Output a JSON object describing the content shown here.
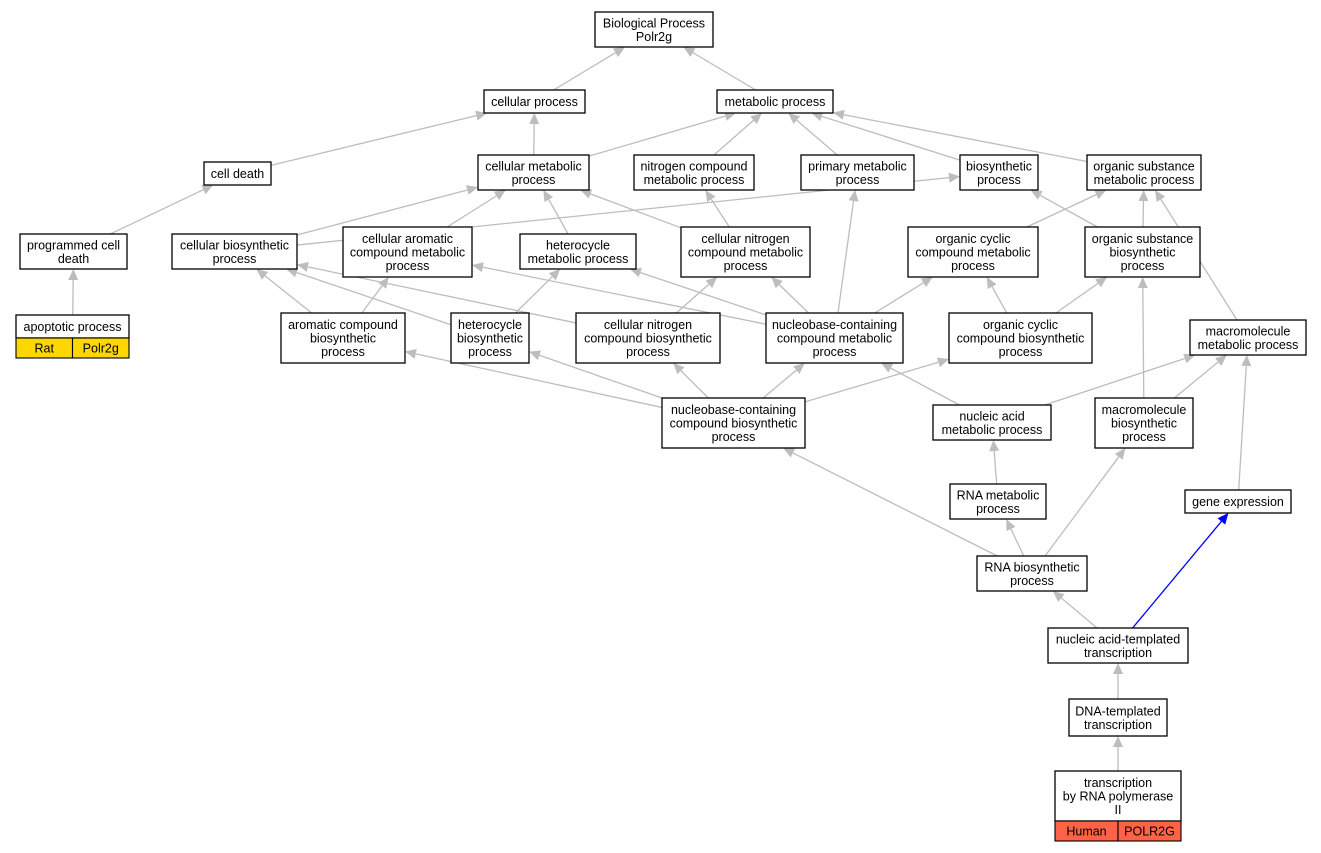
{
  "colors": {
    "edge": "#bdbdbd",
    "edge_highlight": "#0000ff",
    "rat_annotation": "#ffd700",
    "human_annotation": "#ff6347",
    "node_border": "#000000",
    "node_fill": "#ffffff"
  },
  "nodes": {
    "bp_root": [
      "Biological Process",
      "Polr2g"
    ],
    "cellular_process": [
      "cellular process"
    ],
    "metabolic_process": [
      "metabolic process"
    ],
    "cell_death": [
      "cell death"
    ],
    "cellular_metabolic": [
      "cellular metabolic",
      "process"
    ],
    "nitrogen_compound_metabolic": [
      "nitrogen compound",
      "metabolic process"
    ],
    "primary_metabolic": [
      "primary metabolic",
      "process"
    ],
    "biosynthetic": [
      "biosynthetic",
      "process"
    ],
    "organic_substance_metabolic": [
      "organic substance",
      "metabolic process"
    ],
    "programmed_cell_death": [
      "programmed cell",
      "death"
    ],
    "cellular_biosynthetic": [
      "cellular biosynthetic",
      "process"
    ],
    "cellular_aromatic_metabolic": [
      "cellular aromatic",
      "compound metabolic",
      "process"
    ],
    "heterocycle_metabolic": [
      "heterocycle",
      "metabolic process"
    ],
    "cellular_nitrogen_metabolic": [
      "cellular nitrogen",
      "compound metabolic",
      "process"
    ],
    "organic_cyclic_metabolic": [
      "organic cyclic",
      "compound metabolic",
      "process"
    ],
    "organic_substance_biosynthetic": [
      "organic substance",
      "biosynthetic",
      "process"
    ],
    "apoptotic_process": [
      "apoptotic process"
    ],
    "aromatic_biosynthetic": [
      "aromatic compound",
      "biosynthetic",
      "process"
    ],
    "heterocycle_biosynthetic": [
      "heterocycle",
      "biosynthetic",
      "process"
    ],
    "cellular_nitrogen_biosynthetic": [
      "cellular nitrogen",
      "compound biosynthetic",
      "process"
    ],
    "nucleobase_metabolic": [
      "nucleobase-containing",
      "compound metabolic",
      "process"
    ],
    "organic_cyclic_biosynthetic": [
      "organic cyclic",
      "compound biosynthetic",
      "process"
    ],
    "macromolecule_metabolic": [
      "macromolecule",
      "metabolic process"
    ],
    "nucleobase_biosynthetic": [
      "nucleobase-containing",
      "compound biosynthetic",
      "process"
    ],
    "nucleic_acid_metabolic": [
      "nucleic acid",
      "metabolic process"
    ],
    "macromolecule_biosynthetic": [
      "macromolecule",
      "biosynthetic",
      "process"
    ],
    "rna_metabolic": [
      "RNA metabolic",
      "process"
    ],
    "gene_expression": [
      "gene expression"
    ],
    "rna_biosynthetic": [
      "RNA biosynthetic",
      "process"
    ],
    "nucleic_acid_templated_transcription": [
      "nucleic acid-templated",
      "transcription"
    ],
    "dna_templated_transcription": [
      "DNA-templated",
      "transcription"
    ],
    "transcription_pol2": [
      "transcription",
      "by RNA polymerase",
      "II"
    ]
  },
  "annotations": {
    "apoptotic_process": {
      "species": "Rat",
      "gene": "Polr2g"
    },
    "transcription_pol2": {
      "species": "Human",
      "gene": "POLR2G"
    }
  },
  "edges": [
    [
      "cellular_process",
      "bp_root",
      false
    ],
    [
      "metabolic_process",
      "bp_root",
      false
    ],
    [
      "cell_death",
      "cellular_process",
      false
    ],
    [
      "cellular_metabolic",
      "cellular_process",
      false
    ],
    [
      "cellular_metabolic",
      "metabolic_process",
      false
    ],
    [
      "nitrogen_compound_metabolic",
      "metabolic_process",
      false
    ],
    [
      "primary_metabolic",
      "metabolic_process",
      false
    ],
    [
      "biosynthetic",
      "metabolic_process",
      false
    ],
    [
      "organic_substance_metabolic",
      "metabolic_process",
      false
    ],
    [
      "programmed_cell_death",
      "cell_death",
      false
    ],
    [
      "apoptotic_process",
      "programmed_cell_death",
      false
    ],
    [
      "cellular_biosynthetic",
      "cellular_metabolic",
      false
    ],
    [
      "cellular_biosynthetic",
      "biosynthetic",
      false
    ],
    [
      "cellular_aromatic_metabolic",
      "cellular_metabolic",
      false
    ],
    [
      "heterocycle_metabolic",
      "cellular_metabolic",
      false
    ],
    [
      "cellular_nitrogen_metabolic",
      "cellular_metabolic",
      false
    ],
    [
      "cellular_nitrogen_metabolic",
      "nitrogen_compound_metabolic",
      false
    ],
    [
      "organic_cyclic_metabolic",
      "organic_substance_metabolic",
      false
    ],
    [
      "organic_substance_biosynthetic",
      "organic_substance_metabolic",
      false
    ],
    [
      "organic_substance_biosynthetic",
      "biosynthetic",
      false
    ],
    [
      "aromatic_biosynthetic",
      "cellular_biosynthetic",
      false
    ],
    [
      "aromatic_biosynthetic",
      "cellular_aromatic_metabolic",
      false
    ],
    [
      "heterocycle_biosynthetic",
      "cellular_biosynthetic",
      false
    ],
    [
      "heterocycle_biosynthetic",
      "heterocycle_metabolic",
      false
    ],
    [
      "cellular_nitrogen_biosynthetic",
      "cellular_biosynthetic",
      false
    ],
    [
      "cellular_nitrogen_biosynthetic",
      "cellular_nitrogen_metabolic",
      false
    ],
    [
      "nucleobase_metabolic",
      "cellular_aromatic_metabolic",
      false
    ],
    [
      "nucleobase_metabolic",
      "heterocycle_metabolic",
      false
    ],
    [
      "nucleobase_metabolic",
      "cellular_nitrogen_metabolic",
      false
    ],
    [
      "nucleobase_metabolic",
      "organic_cyclic_metabolic",
      false
    ],
    [
      "nucleobase_metabolic",
      "primary_metabolic",
      false
    ],
    [
      "organic_cyclic_biosynthetic",
      "organic_cyclic_metabolic",
      false
    ],
    [
      "organic_cyclic_biosynthetic",
      "organic_substance_biosynthetic",
      false
    ],
    [
      "macromolecule_metabolic",
      "organic_substance_metabolic",
      false
    ],
    [
      "nucleobase_biosynthetic",
      "aromatic_biosynthetic",
      false
    ],
    [
      "nucleobase_biosynthetic",
      "heterocycle_biosynthetic",
      false
    ],
    [
      "nucleobase_biosynthetic",
      "cellular_nitrogen_biosynthetic",
      false
    ],
    [
      "nucleobase_biosynthetic",
      "nucleobase_metabolic",
      false
    ],
    [
      "nucleobase_biosynthetic",
      "organic_cyclic_biosynthetic",
      false
    ],
    [
      "nucleic_acid_metabolic",
      "nucleobase_metabolic",
      false
    ],
    [
      "nucleic_acid_metabolic",
      "macromolecule_metabolic",
      false
    ],
    [
      "macromolecule_biosynthetic",
      "macromolecule_metabolic",
      false
    ],
    [
      "macromolecule_biosynthetic",
      "organic_substance_biosynthetic",
      false
    ],
    [
      "rna_metabolic",
      "nucleic_acid_metabolic",
      false
    ],
    [
      "gene_expression",
      "macromolecule_metabolic",
      false
    ],
    [
      "rna_biosynthetic",
      "rna_metabolic",
      false
    ],
    [
      "rna_biosynthetic",
      "nucleobase_biosynthetic",
      false
    ],
    [
      "rna_biosynthetic",
      "macromolecule_biosynthetic",
      false
    ],
    [
      "nucleic_acid_templated_transcription",
      "rna_biosynthetic",
      false
    ],
    [
      "nucleic_acid_templated_transcription",
      "gene_expression",
      true
    ],
    [
      "dna_templated_transcription",
      "nucleic_acid_templated_transcription",
      false
    ],
    [
      "transcription_pol2",
      "dna_templated_transcription",
      false
    ]
  ]
}
